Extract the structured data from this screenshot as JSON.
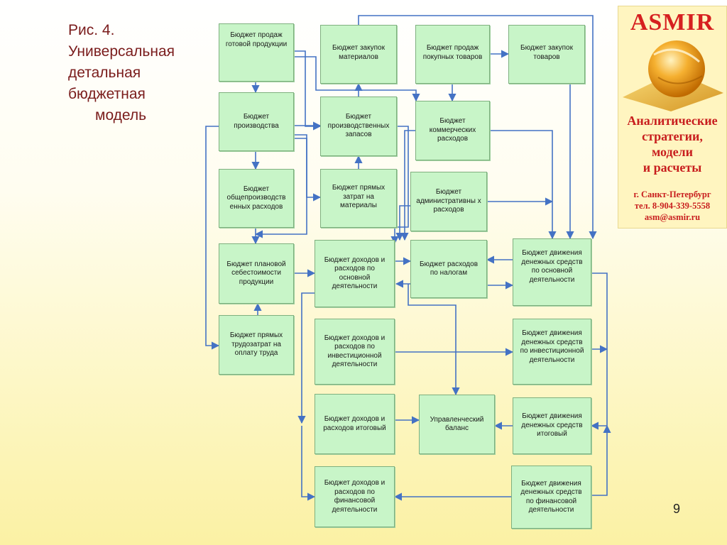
{
  "caption": {
    "lines": [
      "Рис. 4.",
      "Универсальная",
      "детальная",
      "бюджетная",
      "модель"
    ]
  },
  "page_number": "9",
  "logo": {
    "brand": "ASMIR",
    "tagline": "Аналитические\nстратегии,\nмодели\nи расчеты",
    "contacts": "г. Санкт-Петербург\nтел. 8-904-339-5558\nasm@asmir.ru",
    "colors": {
      "text": "#c81e1e",
      "background": "#fff5c0",
      "sphere": "#f5a623"
    }
  },
  "colors": {
    "box_fill": "#c8f5c8",
    "box_border": "#7fb07f",
    "connector": "#4472c4",
    "caption": "#7a1c1c"
  },
  "diagram": {
    "nodes": {
      "sales_finished": "Бюджет продаж готовой продукции",
      "purchases_materials": "Бюджет закупок материалов",
      "sales_purchased": "Бюджет продаж покупных товаров",
      "purchases_goods": "Бюджет закупок товаров",
      "production": "Бюджет производства",
      "production_stock": "Бюджет производственных запасов",
      "commercial_expenses": "Бюджет коммерческих расходов",
      "overhead": "Бюджет общепроизводств енных расходов",
      "direct_materials": "Бюджет прямых затрат на материалы",
      "admin_expenses": "Бюджет административны х расходов",
      "planned_cost": "Бюджет плановой себестоимости продукции",
      "pl_operating": "Бюджет доходов и расходов по основной деятельности",
      "tax_expenses": "Бюджет расходов по налогам",
      "cf_operating": "Бюджет движения денежных средств по основной деятельности",
      "direct_labor": "Бюджет прямых трудозатрат на оплату труда",
      "pl_investment": "Бюджет доходов и расходов по инвестиционной деятельности",
      "cf_investment": "Бюджет движения денежных средств по инвестиционной деятельности",
      "pl_total": "Бюджет доходов и расходов итоговый",
      "mgmt_balance": "Управленческий баланс",
      "cf_total": "Бюджет движения денежных средств итоговый",
      "pl_financial": "Бюджет доходов и расходов по финансовой деятельности",
      "cf_financial": "Бюджет движения денежных средств по финансовой деятельности"
    }
  }
}
